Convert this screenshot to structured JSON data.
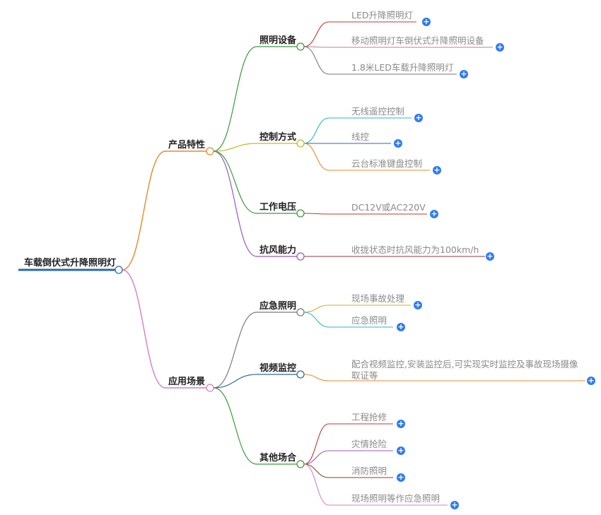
{
  "root": {
    "label": "车载倒伏式升降照明灯",
    "color": "#2a6aa8"
  },
  "branches": [
    {
      "label": "产品特性",
      "color": "#e8892c",
      "children": [
        {
          "label": "照明设备",
          "color": "#3c9a3c",
          "children": [
            {
              "label": "LED升降照明灯",
              "color": "#c0392b"
            },
            {
              "label": "移动照明灯车倒伏式升降照明设备",
              "color": "#c27ba0"
            },
            {
              "label": "1.8米LED车载升降照明灯",
              "color": "#7a7a7a"
            }
          ]
        },
        {
          "label": "控制方式",
          "color": "#c6b72a",
          "children": [
            {
              "label": "无线遥控控制",
              "color": "#2ab7c6"
            },
            {
              "label": "线控",
              "color": "#2a6aa8"
            },
            {
              "label": "云台标准键盘控制",
              "color": "#e8892c"
            }
          ]
        },
        {
          "label": "工作电压",
          "color": "#3c9a3c",
          "children": [
            {
              "label": "DC12V或AC220V",
              "color": "#c0392b"
            }
          ]
        },
        {
          "label": "抗风能力",
          "color": "#9b59b6",
          "children": [
            {
              "label": "收拢状态时抗风能力为100km/h",
              "color": "#8e3a3a"
            }
          ]
        }
      ]
    },
    {
      "label": "应用场景",
      "color": "#d57fc5",
      "children": [
        {
          "label": "应急照明",
          "color": "#7a7a7a",
          "children": [
            {
              "label": "现场事故处理",
              "color": "#c6b72a"
            },
            {
              "label": "应急照明",
              "color": "#2ab7c6"
            }
          ]
        },
        {
          "label": "视频监控",
          "color": "#2a6aa8",
          "children": [
            {
              "label": "配合视频监控,安装监控后,可实现实时监控及事故现场摄像取证等",
              "color": "#e8892c"
            }
          ]
        },
        {
          "label": "其他场合",
          "color": "#3c9a3c",
          "children": [
            {
              "label": "工程抢修",
              "color": "#c0392b"
            },
            {
              "label": "灾情抢险",
              "color": "#9b59b6"
            },
            {
              "label": "消防照明",
              "color": "#7a4a2a"
            },
            {
              "label": "现场照明等作应急照明",
              "color": "#d57fc5"
            }
          ]
        }
      ]
    }
  ],
  "expand_icon": "plus-icon",
  "expand_symbol": "+",
  "plus_color": "#2f7bf0"
}
